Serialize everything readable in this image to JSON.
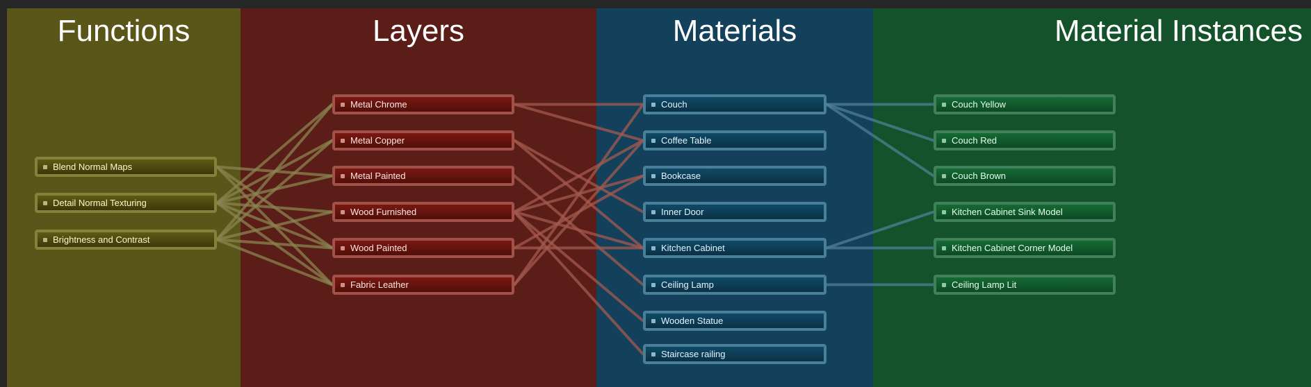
{
  "columns": {
    "functions": "Functions",
    "layers": "Layers",
    "materials": "Materials",
    "instances": "Material Instances"
  },
  "functions": [
    "Blend Normal Maps",
    "Detail Normal Texturing",
    "Brightness and Contrast"
  ],
  "layers": [
    "Metal Chrome",
    "Metal Copper",
    "Metal Painted",
    "Wood Furnished",
    "Wood Painted",
    "Fabric Leather"
  ],
  "materials": [
    "Couch",
    "Coffee Table",
    "Bookcase",
    "Inner Door",
    "Kitchen Cabinet",
    "Ceiling Lamp",
    "Wooden Statue",
    "Staircase railing"
  ],
  "instances": [
    "Couch Yellow",
    "Couch Red",
    "Couch Brown",
    "Kitchen Cabinet Sink Model",
    "Kitchen Cabinet Corner Model",
    "Ceiling Lamp Lit"
  ],
  "colors": {
    "functions_bg": "#5a5519",
    "layers_bg": "#5b1d17",
    "materials_bg": "#13405a",
    "instances_bg": "#14522b",
    "wire_fn": "#8a8450",
    "wire_ly": "#a3594f",
    "wire_mt": "#4f7f96"
  },
  "connections": {
    "functions_to_layers": [
      [
        0,
        2
      ],
      [
        0,
        4
      ],
      [
        0,
        5
      ],
      [
        1,
        0
      ],
      [
        1,
        1
      ],
      [
        1,
        2
      ],
      [
        1,
        3
      ],
      [
        1,
        4
      ],
      [
        1,
        5
      ],
      [
        2,
        0
      ],
      [
        2,
        1
      ],
      [
        2,
        3
      ],
      [
        2,
        4
      ],
      [
        2,
        5
      ]
    ],
    "layers_to_materials": [
      [
        0,
        0
      ],
      [
        0,
        1
      ],
      [
        1,
        3
      ],
      [
        1,
        4
      ],
      [
        2,
        5
      ],
      [
        3,
        1
      ],
      [
        3,
        2
      ],
      [
        3,
        4
      ],
      [
        3,
        6
      ],
      [
        3,
        7
      ],
      [
        4,
        2
      ],
      [
        4,
        4
      ],
      [
        5,
        0
      ],
      [
        5,
        1
      ]
    ],
    "materials_to_instances": [
      [
        0,
        0
      ],
      [
        0,
        1
      ],
      [
        0,
        2
      ],
      [
        4,
        3
      ],
      [
        4,
        4
      ],
      [
        5,
        5
      ]
    ]
  }
}
